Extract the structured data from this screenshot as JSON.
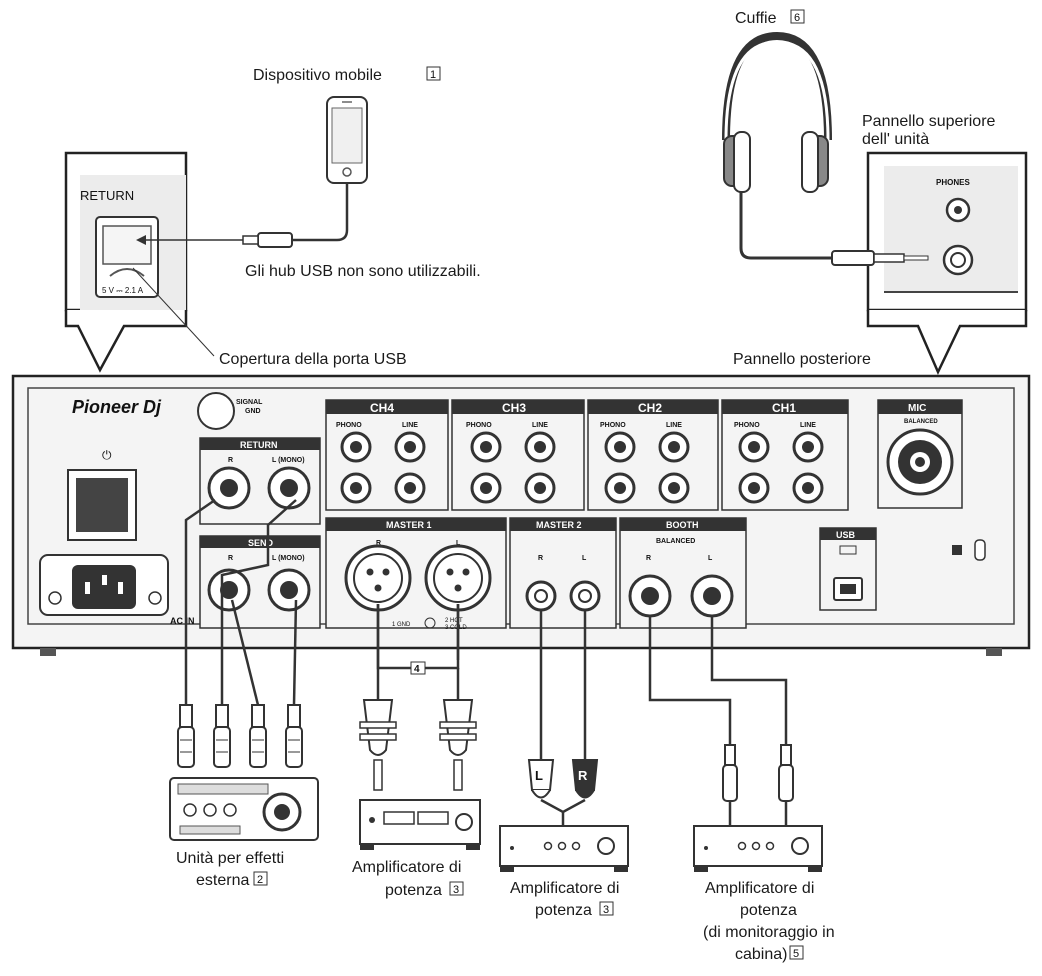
{
  "labels": {
    "mobile_device": "Dispositivo mobile",
    "mobile_num": "1",
    "headphones": "Cuffie",
    "headphones_num": "6",
    "top_panel_1": "Pannello superiore",
    "top_panel_2": "dell' unità",
    "usb_hub": "Gli hub USB non sono utilizzabili.",
    "usb_cover": "Copertura della porta USB",
    "rear_panel": "Pannello posteriore",
    "fx_1": "Unità per effetti",
    "fx_2": "esterna",
    "fx_num": "2",
    "amp1_1": "Amplificatore di",
    "amp1_2": "potenza",
    "amp1_num": "3",
    "amp2_1": "Amplificatore di",
    "amp2_2": "potenza",
    "amp2_num": "3",
    "amp3_1": "Amplificatore di",
    "amp3_2": "potenza",
    "amp3_3": "(di monitoraggio in",
    "amp3_4": "cabina)",
    "amp3_num": "5",
    "master_num": "4"
  },
  "panel": {
    "brand": "Pioneer Dj",
    "signal": "SIGNAL",
    "gnd": "GND",
    "return": "RETURN",
    "send": "SEND",
    "r": "R",
    "l_mono": "L (MONO)",
    "ch4": "CH4",
    "ch3": "CH3",
    "ch2": "CH2",
    "ch1": "CH1",
    "phono": "PHONO",
    "line": "LINE",
    "l": "L",
    "master1": "MASTER 1",
    "master2": "MASTER 2",
    "booth": "BOOTH",
    "balanced": "BALANCED",
    "mic": "MIC",
    "usb": "USB",
    "ac_in": "AC IN",
    "gnd_lift": "1 GND",
    "hot": "2 HOT",
    "cold": "3 COLD",
    "return_inset": "RETURN",
    "usb_rating": "5 V ⎓ 2.1 A",
    "phones": "PHONES",
    "rca_l": "L",
    "rca_r": "R"
  },
  "colors": {
    "line": "#222222",
    "panel": "#f2f2f2",
    "dark": "#333333"
  }
}
